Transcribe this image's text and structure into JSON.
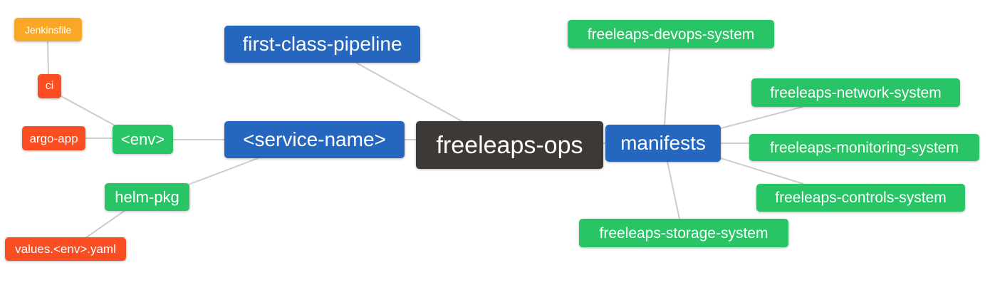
{
  "diagram": {
    "title": "freeleaps-ops mind map",
    "background_color": "#ffffff",
    "edge_color": "#cccccc",
    "text_color": "#ffffff",
    "palette": {
      "blue": "#2566be",
      "green": "#28c465",
      "orange": "#f9a825",
      "red": "#fa4e22",
      "dark": "#3d3936"
    },
    "nodes": [
      {
        "id": "jenkinsfile",
        "label": "Jenkinsfile",
        "color": "orange"
      },
      {
        "id": "ci",
        "label": "ci",
        "color": "red"
      },
      {
        "id": "argo-app",
        "label": "argo-app",
        "color": "red"
      },
      {
        "id": "env",
        "label": "<env>",
        "color": "green"
      },
      {
        "id": "helm-pkg",
        "label": "helm-pkg",
        "color": "green"
      },
      {
        "id": "values",
        "label": "values.<env>.yaml",
        "color": "red"
      },
      {
        "id": "pipeline",
        "label": "first-class-pipeline",
        "color": "blue"
      },
      {
        "id": "service",
        "label": "<service-name>",
        "color": "blue"
      },
      {
        "id": "ops",
        "label": "freeleaps-ops",
        "color": "dark"
      },
      {
        "id": "manifests",
        "label": "manifests",
        "color": "blue"
      },
      {
        "id": "devops",
        "label": "freeleaps-devops-system",
        "color": "green"
      },
      {
        "id": "network",
        "label": "freeleaps-network-system",
        "color": "green"
      },
      {
        "id": "monitoring",
        "label": "freeleaps-monitoring-system",
        "color": "green"
      },
      {
        "id": "controls",
        "label": "freeleaps-controls-system",
        "color": "green"
      },
      {
        "id": "storage",
        "label": "freeleaps-storage-system",
        "color": "green"
      }
    ],
    "edges": [
      {
        "from": "jenkinsfile",
        "to": "ci"
      },
      {
        "from": "ci",
        "to": "env"
      },
      {
        "from": "argo-app",
        "to": "env"
      },
      {
        "from": "env",
        "to": "service"
      },
      {
        "from": "helm-pkg",
        "to": "service"
      },
      {
        "from": "values",
        "to": "helm-pkg"
      },
      {
        "from": "pipeline",
        "to": "ops"
      },
      {
        "from": "service",
        "to": "ops"
      },
      {
        "from": "ops",
        "to": "manifests"
      },
      {
        "from": "manifests",
        "to": "devops"
      },
      {
        "from": "manifests",
        "to": "network"
      },
      {
        "from": "manifests",
        "to": "monitoring"
      },
      {
        "from": "manifests",
        "to": "controls"
      },
      {
        "from": "manifests",
        "to": "storage"
      }
    ]
  }
}
